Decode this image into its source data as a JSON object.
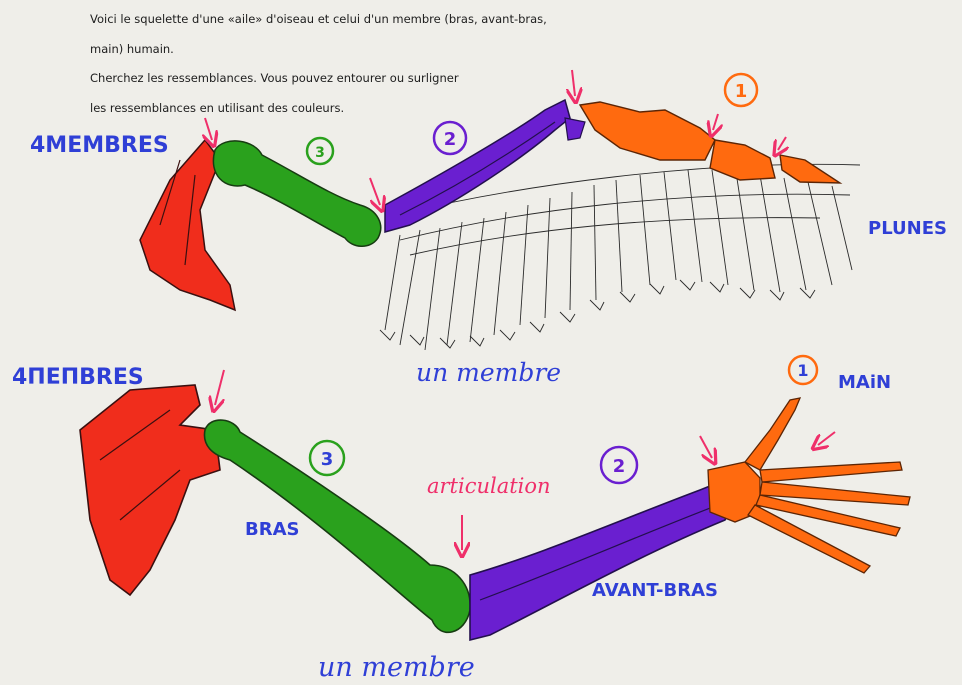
{
  "instructions": {
    "line1": "Voici le squelette d'une «aile» d'oiseau et celui d'un membre (bras, avant-bras,",
    "line2": "main) humain.",
    "line3": "Cherchez les ressemblances.  Vous pouvez entourer ou surligner",
    "line4": "les ressemblances en utilisant des couleurs."
  },
  "bird": {
    "title": "4MEMBRES",
    "feathers_label": "PLUNES",
    "limb_label": "un membre",
    "marker_1": "1",
    "marker_2": "2",
    "marker_3": "3"
  },
  "human": {
    "title": "4ΠΕΠBRES",
    "hand_label": "MAiN",
    "arm_label": "BRAS",
    "forearm_label": "AVANT-BRAS",
    "joint_label": "articulation",
    "limb_label": "un membre",
    "marker_1": "1",
    "marker_2": "2",
    "marker_3": "3"
  },
  "colors": {
    "shoulder": "#f02d1c",
    "arm": "#2aa11d",
    "forearm": "#6a1fd0",
    "hand": "#ff6a0f",
    "label_blue": "#2f3fd6",
    "arrow_pink": "#ef2f6a"
  }
}
